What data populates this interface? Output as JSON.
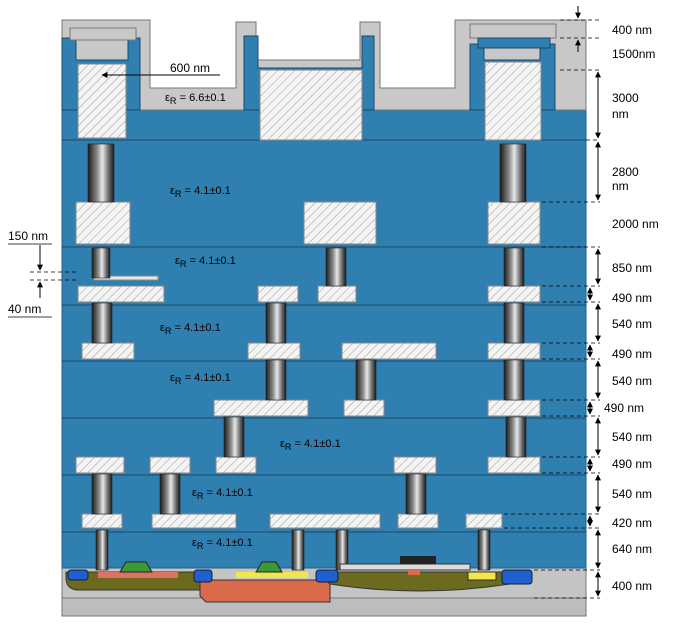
{
  "colors": {
    "dielectric": "#2f7fb0",
    "dielectric_edge": "#1f5f88",
    "top_dielectric": "#c8c8c8",
    "substrate": "#b8b8b8",
    "metal_hatch": "#f0f0f0",
    "via_dark": "#2a2a2a",
    "via_light": "#d8d8d8",
    "well_olive": "#6b6a1f",
    "well_red": "#d96a4a",
    "sti_blue": "#1f5fd0",
    "gate_yellow": "#f2e64a",
    "gate_green": "#3a9a3a"
  },
  "eps_labels": [
    "ε<sub>R</sub> = 6.6±0.1",
    "ε<sub>R</sub> = 4.1±0.1",
    "ε<sub>R</sub> = 4.1±0.1",
    "ε<sub>R</sub> = 4.1±0.1",
    "ε<sub>R</sub> = 4.1±0.1",
    "ε<sub>R</sub> = 4.1±0.1",
    "ε<sub>R</sub> = 4.1±0.1",
    "ε<sub>R</sub> = 4.1±0.1"
  ],
  "dimension_labels": {
    "cap": "400 nm",
    "top_metal": "1500nm",
    "top_dielectric_a": "3000",
    "top_dielectric_b": "nm",
    "thick_via_a": "2800",
    "thick_via_b": "nm",
    "thick_metal": "2000 nm",
    "via_850": "850 nm",
    "metal_490_a": "490 nm",
    "via_540_a": "540 nm",
    "metal_490_b": "490 nm",
    "via_540_b": "540 nm",
    "metal_490_c": "490 nm",
    "via_540_c": "540 nm",
    "metal_490_d": "490 nm",
    "via_540_d": "540 nm",
    "metal_420": "420 nm",
    "via_640": "640 nm",
    "device_400": "400 nm",
    "side_150": "150 nm",
    "side_40": "40 nm",
    "width_600": "600 nm"
  }
}
